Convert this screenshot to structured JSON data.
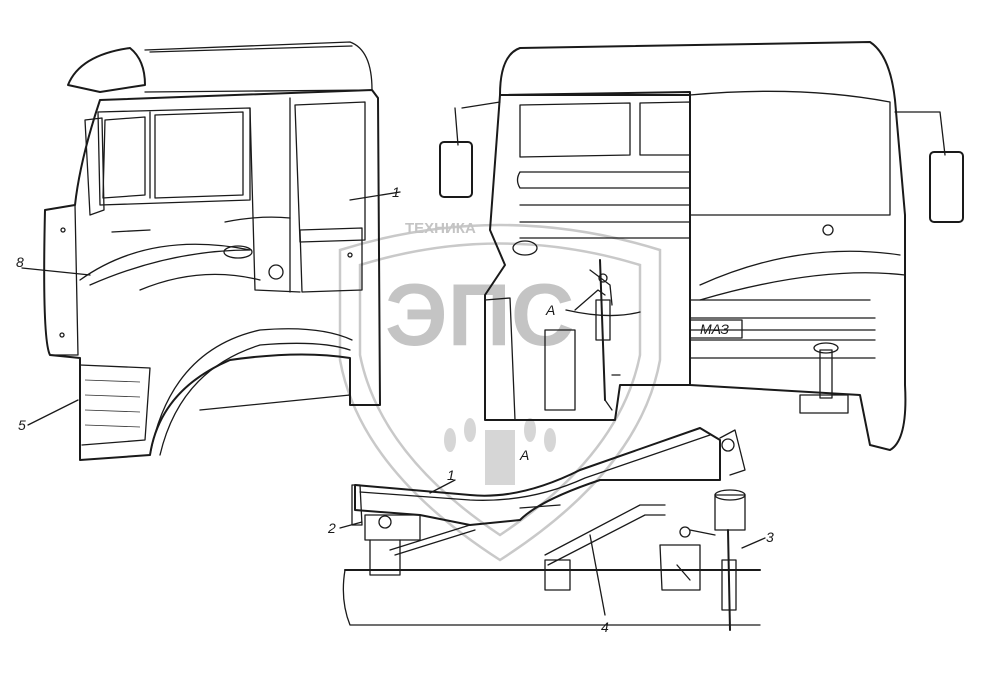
{
  "watermark": {
    "top_text": "ТЕХНИКА",
    "mid_text": "ЭПС",
    "color": "#c9c9c9"
  },
  "callouts": {
    "c1_cab": "1",
    "c8": "8",
    "c5": "5",
    "cA_upper": "A",
    "cA_lower": "A",
    "c1_bottom": "1",
    "c2": "2",
    "c3": "3",
    "c4": "4"
  },
  "badge": {
    "maz": "МАЗ"
  }
}
